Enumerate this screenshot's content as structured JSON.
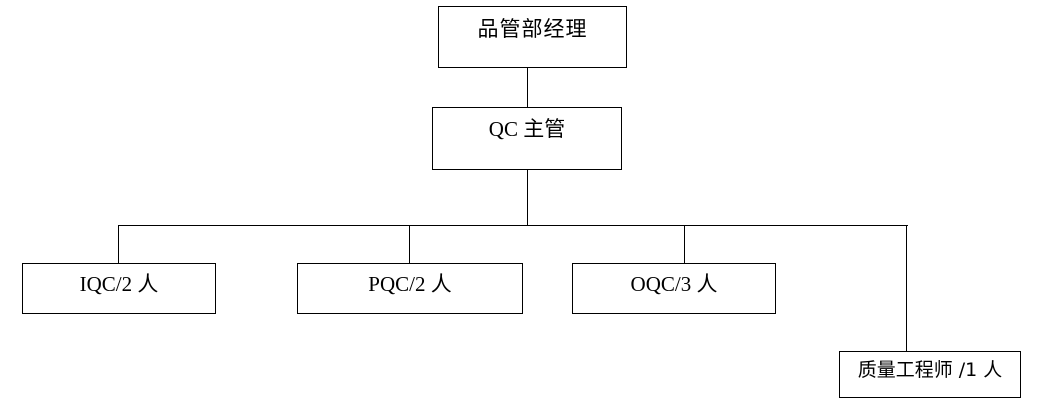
{
  "chart_data": {
    "type": "diagram",
    "diagram_kind": "organizational-chart",
    "title": "",
    "orientation": "top-down",
    "nodes": [
      {
        "id": "manager",
        "label": "品管部经理",
        "level": 0
      },
      {
        "id": "supervisor",
        "label": "QC 主管",
        "level": 1
      },
      {
        "id": "iqc",
        "label": "IQC/2 人",
        "level": 2,
        "headcount": 2
      },
      {
        "id": "pqc",
        "label": "PQC/2 人",
        "level": 2,
        "headcount": 2
      },
      {
        "id": "oqc",
        "label": "OQC/3 人",
        "level": 2,
        "headcount": 3
      },
      {
        "id": "engineer",
        "label": "质量工程师 /1 人",
        "level": 3,
        "headcount": 1
      }
    ],
    "edges": [
      {
        "from": "manager",
        "to": "supervisor"
      },
      {
        "from": "supervisor",
        "to": "iqc"
      },
      {
        "from": "supervisor",
        "to": "pqc"
      },
      {
        "from": "supervisor",
        "to": "oqc"
      },
      {
        "from": "supervisor",
        "to": "engineer"
      }
    ],
    "colors": {
      "background": "#ffffff",
      "box_border": "#000000",
      "box_fill": "#ffffff",
      "connector": "#000000",
      "text": "#000000"
    }
  }
}
